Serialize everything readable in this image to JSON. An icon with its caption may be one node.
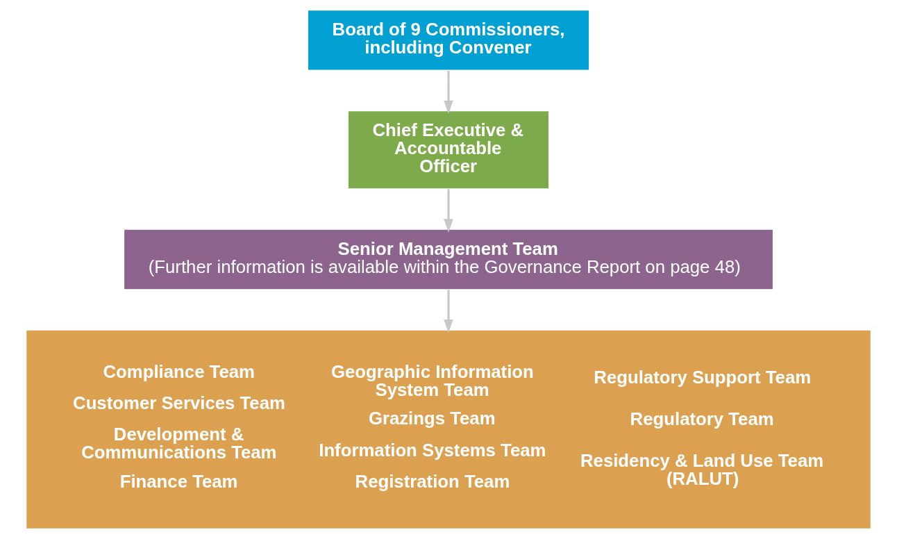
{
  "diagram": {
    "nodes": [
      {
        "text": [
          "Board of 9 Commissioners, including Convener"
        ]
      },
      {
        "text": [
          "Chief Executive & Accountable Officer"
        ]
      },
      {
        "text": [
          "Senior Management Team",
          "(Further information is available within the Governance Report on page 48)"
        ]
      },
      {
        "text": [
          "Compliance Team",
          "Customer Services Team",
          "Development & Communications Team",
          "Finance Team",
          "Geographic Information System Team",
          "Grazings Team",
          "Information Systems Team",
          "Registration Team",
          "Regulatory Support Team",
          "Regulatory Team",
          "Residency & Land Use Team (RALUT)"
        ]
      }
    ],
    "edges": [
      {
        "from": 0,
        "to": 1,
        "arrow": "to"
      },
      {
        "from": 1,
        "to": 2,
        "arrow": "to"
      },
      {
        "from": 2,
        "to": 3,
        "arrow": "to"
      }
    ]
  }
}
